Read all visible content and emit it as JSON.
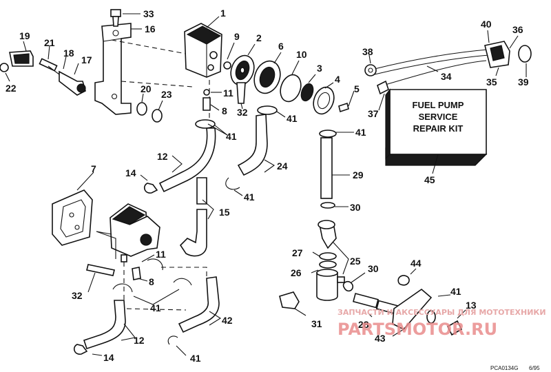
{
  "callouts": {
    "c1": "1",
    "c2": "2",
    "c3": "3",
    "c4": "4",
    "c5": "5",
    "c6": "6",
    "c7": "7",
    "c8a": "8",
    "c8b": "8",
    "c9": "9",
    "c10": "10",
    "c11a": "11",
    "c11b": "11",
    "c12a": "12",
    "c12b": "12",
    "c13": "13",
    "c14a": "14",
    "c14b": "14",
    "c15": "15",
    "c16": "16",
    "c17": "17",
    "c18": "18",
    "c19": "19",
    "c20": "20",
    "c21": "21",
    "c22": "22",
    "c23": "23",
    "c24": "24",
    "c25": "25",
    "c26": "26",
    "c27": "27",
    "c28": "28",
    "c29": "29",
    "c30a": "30",
    "c30b": "30",
    "c31": "31",
    "c32a": "32",
    "c32b": "32",
    "c33": "33",
    "c34": "34",
    "c35": "35",
    "c36": "36",
    "c37": "37",
    "c38": "38",
    "c39": "39",
    "c40": "40",
    "c41a": "41",
    "c41b": "41",
    "c41c": "41",
    "c41d": "41",
    "c41e": "41",
    "c41f": "41",
    "c42": "42",
    "c43": "43",
    "c44": "44",
    "c45": "45"
  },
  "kit_box": {
    "line1": "FUEL PUMP",
    "line2": "SERVICE",
    "line3": "REPAIR KIT"
  },
  "watermark": {
    "small": "ЗАПЧАСТИ И АКСЕССУАРЫ ДЛЯ МОТОТЕХНИКИ",
    "big": "PARTSMOTOR.RU"
  },
  "footer": {
    "code": "PCA0134G",
    "date": "6/95"
  },
  "colors": {
    "line": "#111111",
    "background": "#ffffff",
    "watermark": "#e98c8c"
  }
}
